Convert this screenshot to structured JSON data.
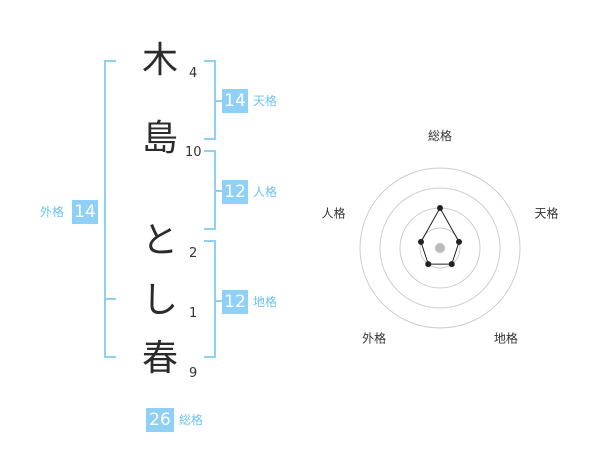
{
  "name_chars": [
    {
      "char": "木",
      "strokes": "4"
    },
    {
      "char": "島",
      "strokes": "10"
    },
    {
      "char": "と",
      "strokes": "2"
    },
    {
      "char": "し",
      "strokes": "1"
    },
    {
      "char": "春",
      "strokes": "9"
    }
  ],
  "grids": {
    "tenkaku": {
      "value": "14",
      "label": "天格"
    },
    "jinkaku": {
      "value": "12",
      "label": "人格"
    },
    "chikaku": {
      "value": "12",
      "label": "地格"
    },
    "gaikaku": {
      "value": "14",
      "label": "外格"
    },
    "soukaku": {
      "value": "26",
      "label": "総格"
    }
  },
  "chart_data": {
    "type": "radar",
    "axes": [
      "総格",
      "天格",
      "地格",
      "外格",
      "人格"
    ],
    "values": [
      2,
      1,
      1,
      1,
      1
    ],
    "rings": 4,
    "max": 4,
    "colors": {
      "grid": "#cccccc",
      "shape": "#222222",
      "center": "#bbbbbb"
    }
  }
}
